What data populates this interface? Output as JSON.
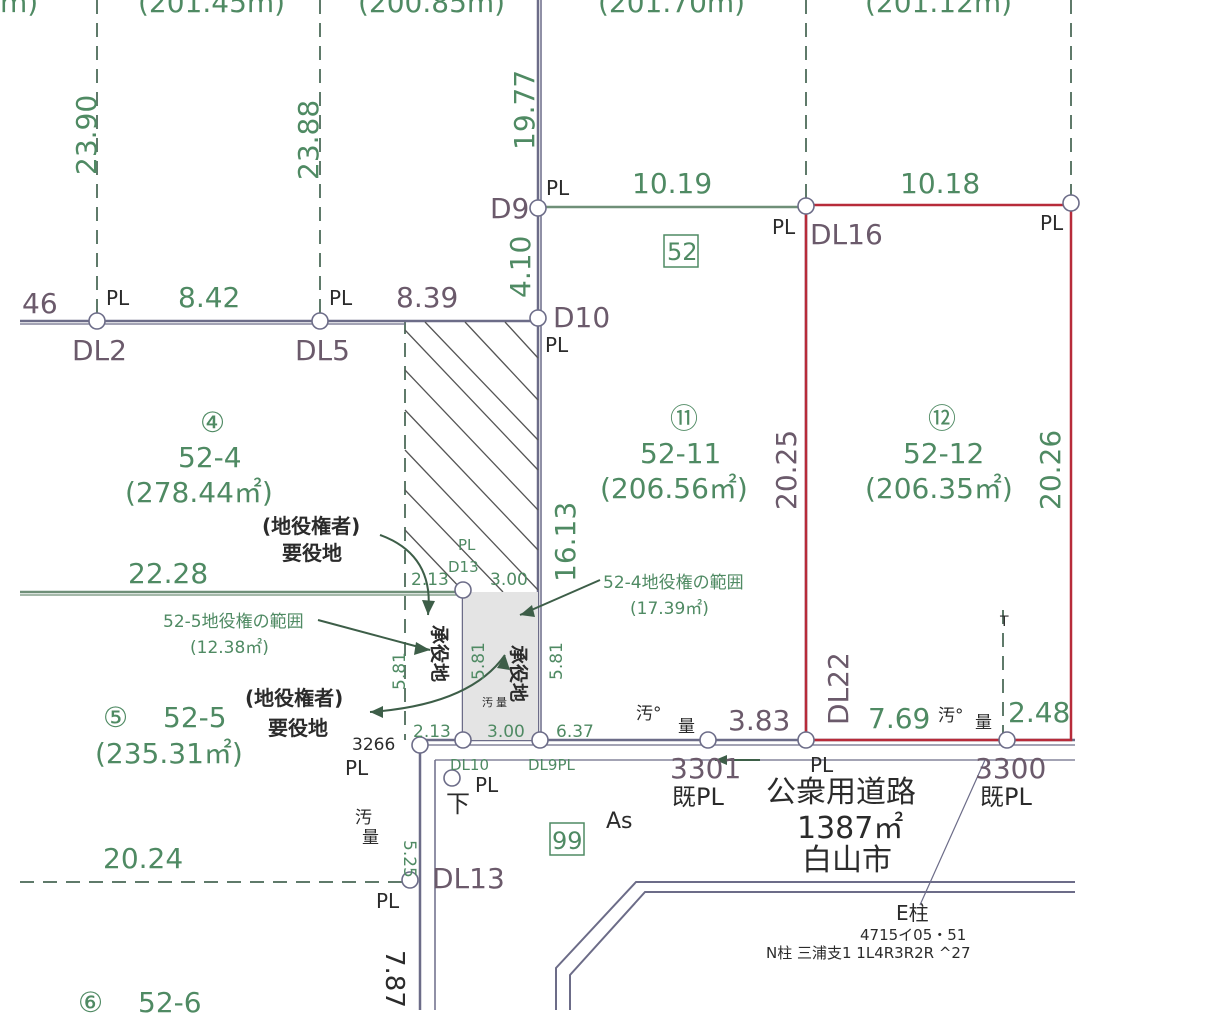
{
  "top_labels": {
    "left_edge": "m)",
    "area_a": "(201.45m)",
    "area_b": "(200.85m)",
    "area_c": "(201.70m)",
    "area_d": "(201.12m)"
  },
  "dims": {
    "d23_90": "23.90",
    "d23_88": "23.88",
    "d19_77": "19.77",
    "d10_19": "10.19",
    "d10_18": "10.18",
    "d4_10": "4.10",
    "d46": "46",
    "d8_42": "8.42",
    "d8_39": "8.39",
    "d20_25": "20.25",
    "d20_26": "20.26",
    "d16_13": "16.13",
    "d22_28": "22.28",
    "d2_13a": "2.13",
    "d3_00a": "3.00",
    "d5_81a": "5.81",
    "d5_81b": "5.81",
    "d5_81c": "5.81",
    "d2_13b": "2.13",
    "d3_00b": "3.00",
    "d6_37": "6.37",
    "d3_83": "3.83",
    "d7_69": "7.69",
    "d2_48": "2.48",
    "d5_25": "5.25",
    "d20_24": "20.24",
    "d7_87": "7.87"
  },
  "points": {
    "pl": "PL",
    "d9": "D9",
    "d10": "D10",
    "dl16": "DL16",
    "dl2": "DL2",
    "dl5": "DL5",
    "d13": "D13",
    "dl22": "DL22",
    "dl10": "DL10",
    "dl9pl": "DL9PL",
    "p3266": "3266",
    "dl13": "DL13",
    "p3301": "3301",
    "p3300": "3300",
    "kipl": "既PL",
    "t": "T"
  },
  "lots": {
    "lot52": "52",
    "lot4": {
      "no": "④",
      "id": "52-4",
      "area": "(278.44㎡)"
    },
    "lot11": {
      "no": "⑪",
      "id": "52-11",
      "area": "(206.56㎡)"
    },
    "lot12": {
      "no": "⑫",
      "id": "52-12",
      "area": "(206.35㎡)"
    },
    "lot5": {
      "no": "⑤",
      "id": "52-5",
      "area": "(235.31㎡)"
    },
    "lot6": {
      "no": "⑥",
      "id": "52-6"
    },
    "lot99": "99"
  },
  "easement": {
    "holder_req": "(地役権者)",
    "req_land": "要役地",
    "serv_land": "承役地",
    "range_524": "52-4地役権の範囲",
    "range_524_area": "(17.39㎡)",
    "range_525": "52-5地役権の範囲",
    "range_525_area": "(12.38㎡)"
  },
  "road": {
    "name": "公衆用道路",
    "area": "1387㎡",
    "owner": "白山市",
    "surface": "As"
  },
  "utility": {
    "sewer": "汚",
    "meter": "量",
    "sewer_o": "汚°",
    "down": "下",
    "epole": "E柱",
    "epole_no": "4715イ05・51",
    "npole": "N柱 三浦支1 1L4R3R2R ^27"
  },
  "colors": {
    "dimension_green": "#4f8a63",
    "boundary": "#6c6c88",
    "subject_lot": "#b72b3a"
  }
}
